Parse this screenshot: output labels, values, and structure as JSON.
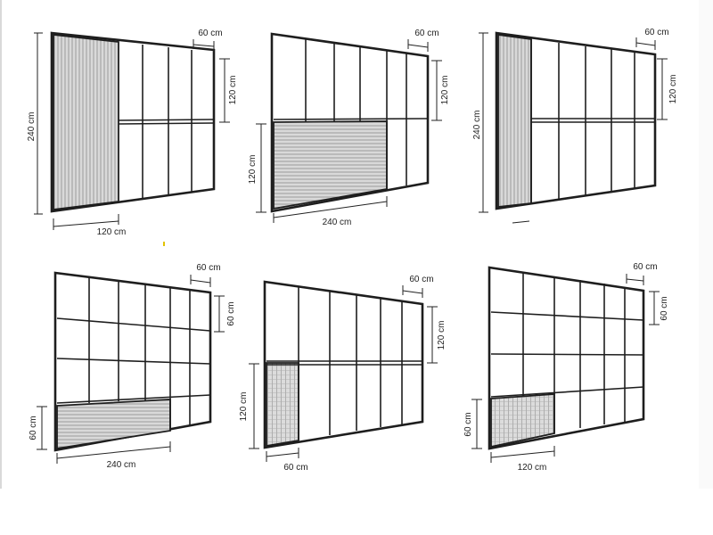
{
  "labels": {
    "d1_height": "240 cm",
    "d1_width": "120 cm",
    "d1_module_w": "60 cm",
    "d1_module_h": "120 cm",
    "d2_module_w": "60 cm",
    "d2_module_h": "120 cm",
    "d2_panel_h": "120 cm",
    "d2_panel_w": "240 cm",
    "d3_height": "240 cm",
    "d3_module_w": "60 cm",
    "d3_module_h": "120 cm",
    "d4_module_w": "60 cm",
    "d4_module_h": "60 cm",
    "d4_panel_h": "60 cm",
    "d4_panel_w": "240 cm",
    "d5_module_w": "60 cm",
    "d5_module_h": "120 cm",
    "d5_panel_h": "120 cm",
    "d5_panel_w": "60 cm",
    "d6_module_w": "60 cm",
    "d6_module_h": "60 cm",
    "d6_panel_h": "60 cm",
    "d6_panel_w": "120 cm"
  },
  "colors": {
    "frame": "#1e1e1e",
    "panel_fill": "#d2d2d2",
    "panel_stripe": "#8c8c8c",
    "dimension": "#222222"
  }
}
